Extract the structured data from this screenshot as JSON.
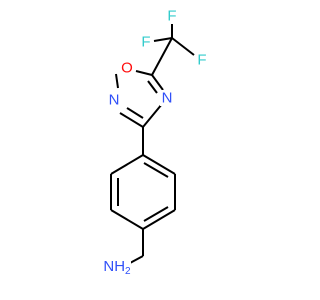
{
  "atoms": {
    "f_top": "F",
    "f_left": "F",
    "f_right": "F",
    "oxygen": "O",
    "nitrogen_ring_left": "N",
    "nitrogen_ring_right": "N",
    "amine": "NH",
    "amine_h_subscript": "2"
  },
  "colors": {
    "bond": "#000000",
    "fluorine": "#33cccc",
    "oxygen": "#ff0d0d",
    "nitrogen": "#3050f8"
  }
}
